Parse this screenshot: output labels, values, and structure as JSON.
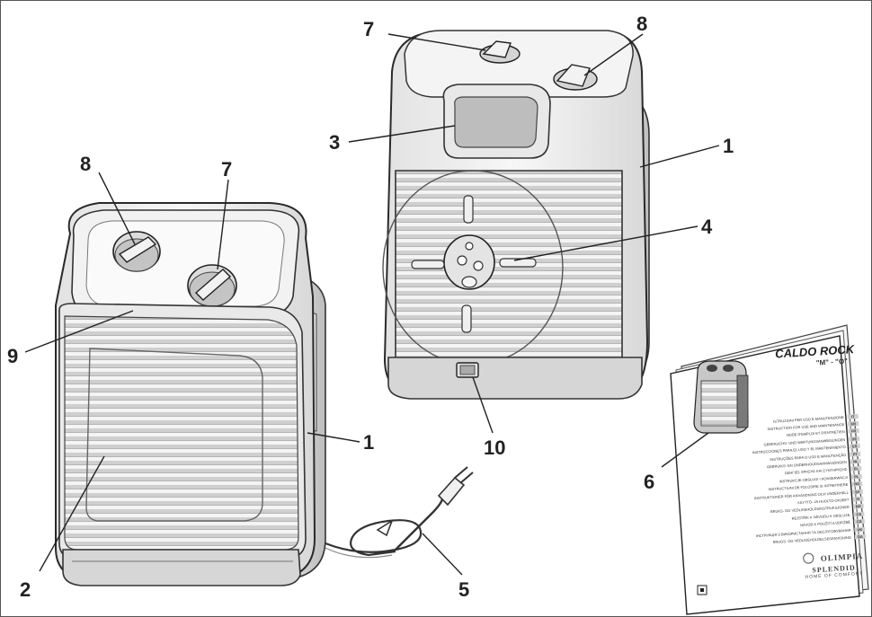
{
  "callouts": [
    {
      "id": "left-8",
      "label": "8"
    },
    {
      "id": "left-7",
      "label": "7"
    },
    {
      "id": "left-9",
      "label": "9"
    },
    {
      "id": "left-1",
      "label": "1"
    },
    {
      "id": "left-2",
      "label": "2"
    },
    {
      "id": "cord-5",
      "label": "5"
    },
    {
      "id": "right-7",
      "label": "7"
    },
    {
      "id": "right-8",
      "label": "8"
    },
    {
      "id": "right-3",
      "label": "3"
    },
    {
      "id": "right-1",
      "label": "1"
    },
    {
      "id": "right-4",
      "label": "4"
    },
    {
      "id": "right-10",
      "label": "10"
    },
    {
      "id": "manual-6",
      "label": "6"
    }
  ],
  "manual": {
    "title": "CALDO ROCK",
    "subtitle": "\"M\" - \"O\"",
    "languages": [
      {
        "text": "ISTRUZIONI PER USO E MANUTENZIONE",
        "code": "IT"
      },
      {
        "text": "INSTRUCTION FOR USE AND MAINTENANCE",
        "code": "EN"
      },
      {
        "text": "MODE D'EMPLOI ET D'ENTRETIEN",
        "code": "FR"
      },
      {
        "text": "GEBRAUCHS- UND WARTUNGSANWEISUNGEN",
        "code": "DE"
      },
      {
        "text": "INSTRUCCIONES PARA EL USO Y EL MANTENIMIENTO",
        "code": "ES"
      },
      {
        "text": "INSTRUÇÕES PARA O USO E MANUTENÇÃO",
        "code": "PT"
      },
      {
        "text": "GEBRUIKS- EN ONDERHOUDSAANWIJZINGEN",
        "code": "NL"
      },
      {
        "text": "ΟΔΗΓΙΕΣ ΧΡΗΣΗΣ ΚΑΙ ΣΥΝΤΗΡΗΣΗΣ",
        "code": "EL"
      },
      {
        "text": "INSTRUKCJE OBSŁUGI I KONSERWACJI",
        "code": "PL"
      },
      {
        "text": "INSTRUCTIUNI DE FOLOSIRE SI INTRETINERE",
        "code": "RO"
      },
      {
        "text": "INSTRUKTIONER FÖR ANVÄNDNING OCH UNDERHÅLL",
        "code": "SV"
      },
      {
        "text": "KÄYTTÖ- JA HUOLTO-OHJEET",
        "code": "FI"
      },
      {
        "text": "BRUKS- OG VEDLIKEHOLDSINSTRUKSJONER",
        "code": "NO"
      },
      {
        "text": "REJSTŘÍK K NÁVODU K OBSLUZE",
        "code": "CS"
      },
      {
        "text": "NÁVOD K POUŽITÍ A ÚDRŽBĚ",
        "code": "CS"
      },
      {
        "text": "ІНСТРУКЦІЯ З ВИКОРИСТАННЯ ТА ОБСЛУГОВУВАННЯ",
        "code": "UK"
      },
      {
        "text": "BRUGS- OG VEDLIGEHOLDELSESANVISNING",
        "code": "DA"
      }
    ],
    "brand": "OLIMPIA",
    "brand_line2": "SPLENDID",
    "brand_tagline": "HOME OF COMFORT"
  }
}
